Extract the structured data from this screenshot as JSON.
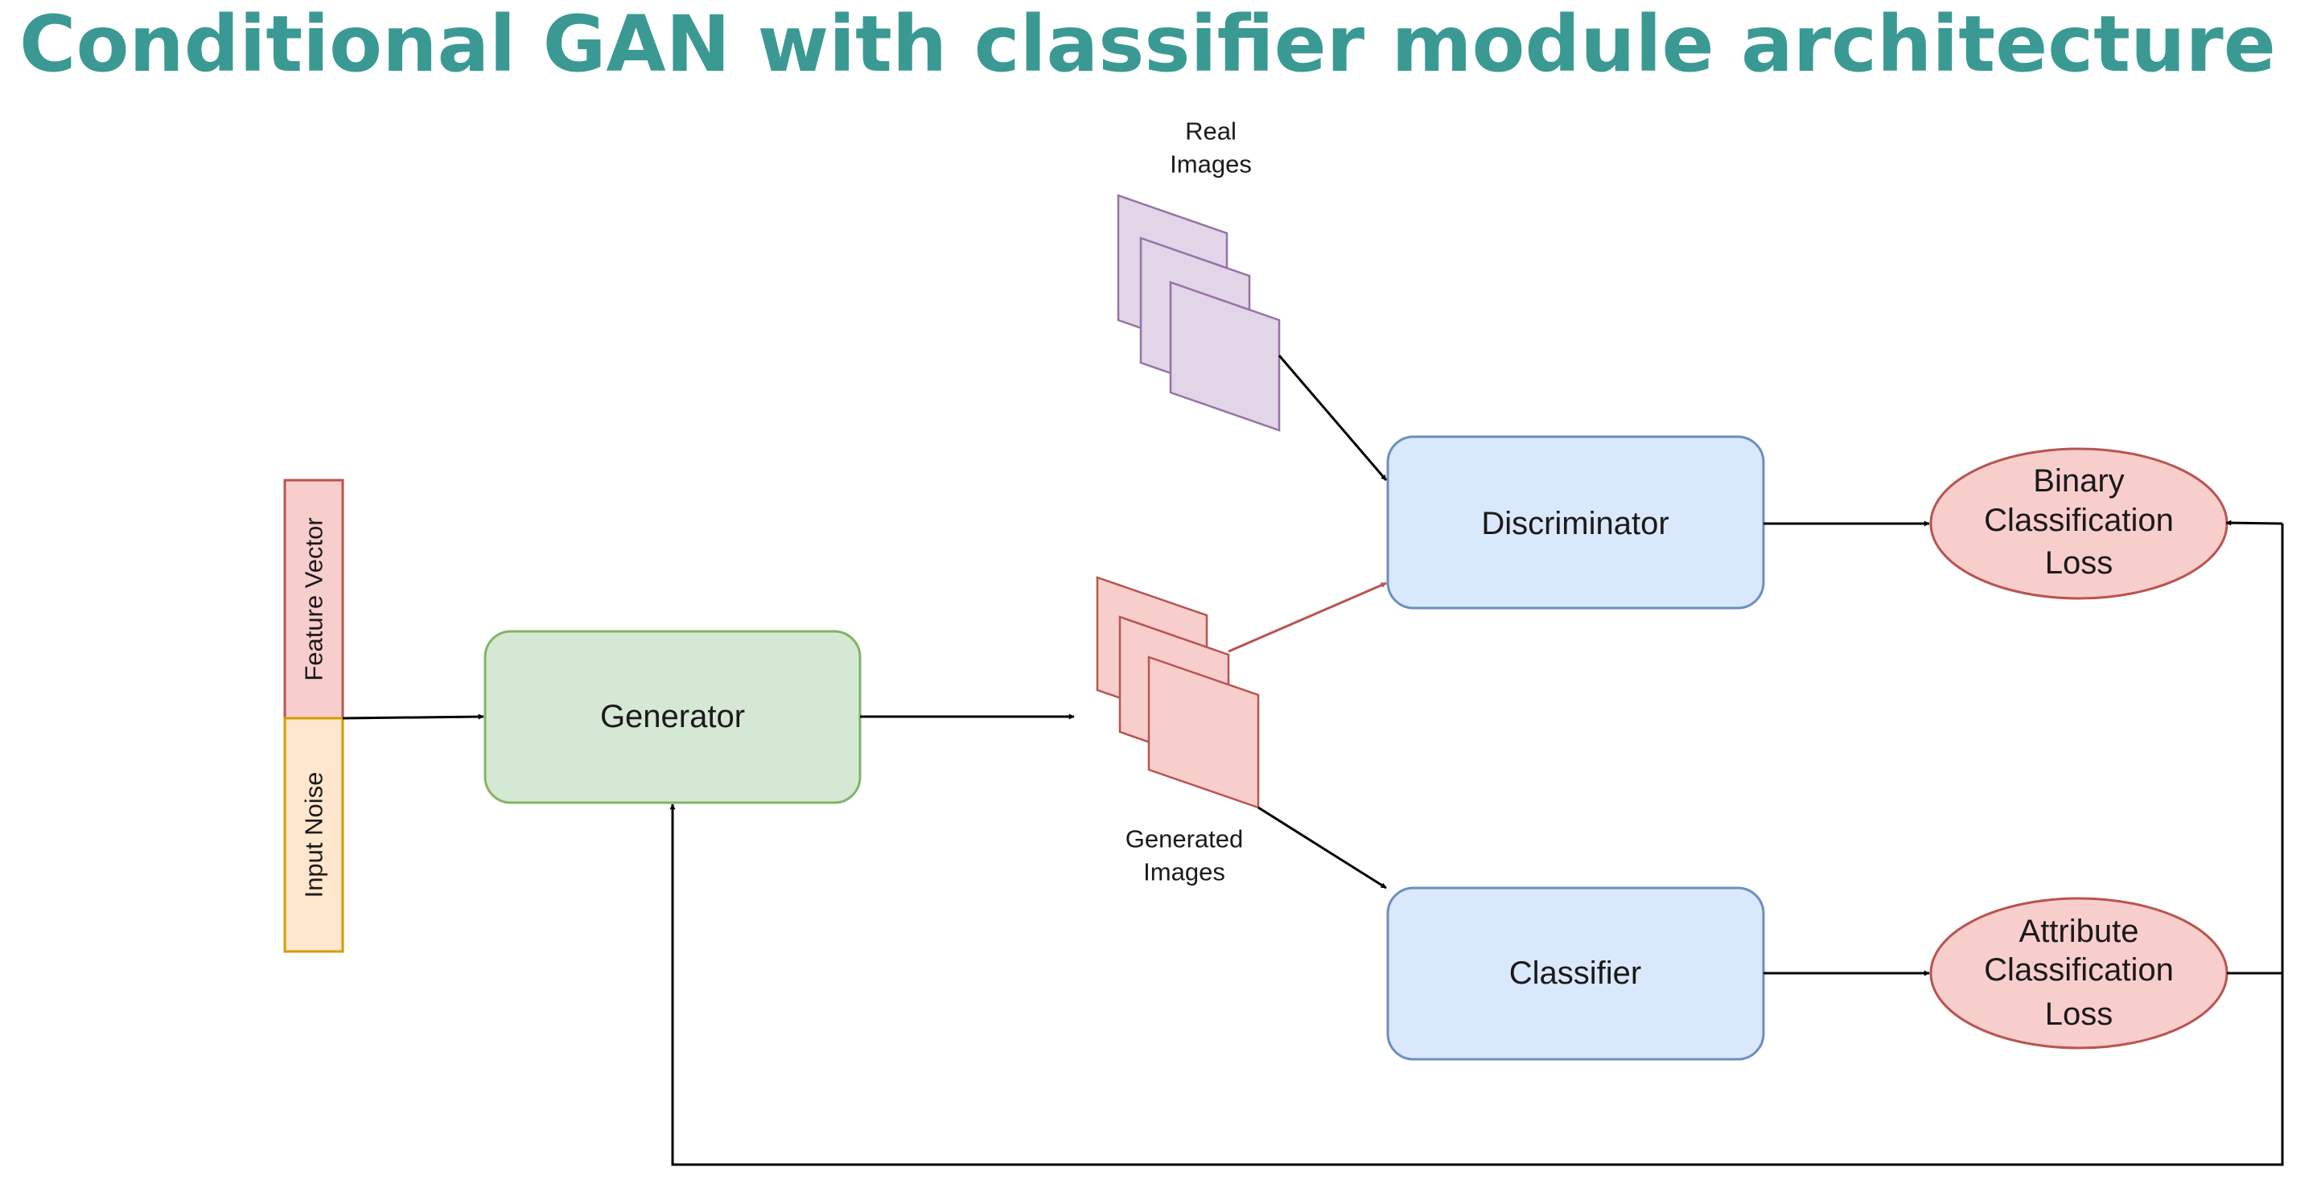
{
  "title": "Conditional GAN with classifier module architecture",
  "input": {
    "feature_vector_label": "Feature Vector",
    "input_noise_label": "Input Noise"
  },
  "nodes": {
    "generator": "Generator",
    "discriminator": "Discriminator",
    "classifier": "Classifier"
  },
  "image_stacks": {
    "real": [
      "Real",
      "Images"
    ],
    "generated": [
      "Generated",
      "Images"
    ]
  },
  "losses": {
    "binary": [
      "Binary",
      "Classification",
      "Loss"
    ],
    "attribute": [
      "Attribute",
      "Classification",
      "Loss"
    ]
  },
  "colors": {
    "title": "#3a9a93",
    "generator_fill": "#d5e8d4",
    "generator_stroke": "#82b366",
    "module_fill": "#dae8fc",
    "module_stroke": "#6c8ebf",
    "loss_fill": "#f8cecc",
    "loss_stroke": "#b85450",
    "real_image_fill": "#e1d5e7",
    "real_image_stroke": "#9673a6",
    "generated_image_fill": "#f8cecc",
    "generated_image_stroke": "#b85450",
    "noise_fill": "#ffe6cc",
    "noise_stroke": "#d79b00",
    "edge": "#000000",
    "edge_generated_to_discriminator": "#b85450"
  }
}
